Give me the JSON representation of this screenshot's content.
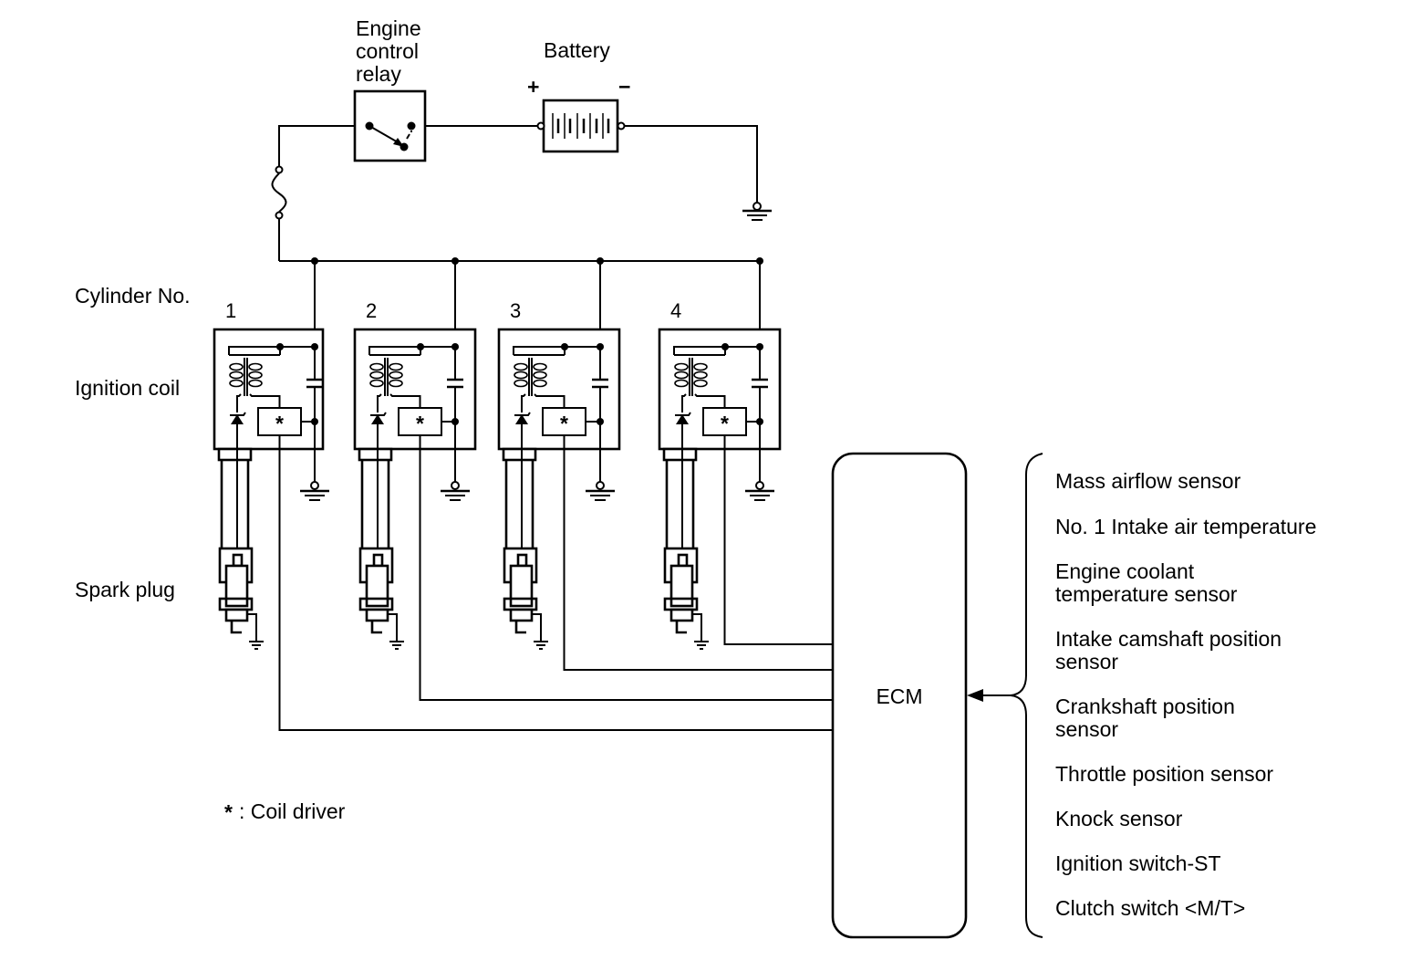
{
  "title": "Ignition system circuit diagram",
  "relay": {
    "label_lines": [
      "Engine",
      "control",
      "relay"
    ]
  },
  "battery": {
    "label": "Battery",
    "plus": "+",
    "minus": "−"
  },
  "row_labels": {
    "cylinder_no": "Cylinder No.",
    "ignition_coil": "Ignition coil",
    "spark_plug": "Spark plug"
  },
  "cylinders": [
    {
      "number": "1",
      "driver_symbol": "*"
    },
    {
      "number": "2",
      "driver_symbol": "*"
    },
    {
      "number": "3",
      "driver_symbol": "*"
    },
    {
      "number": "4",
      "driver_symbol": "*"
    }
  ],
  "legend": {
    "symbol": "*",
    "text": ": Coil driver"
  },
  "ecm": {
    "label": "ECM"
  },
  "sensors": [
    {
      "lines": [
        "Mass airflow sensor"
      ]
    },
    {
      "lines": [
        "No. 1 Intake air temperature"
      ]
    },
    {
      "lines": [
        "Engine coolant",
        "temperature sensor"
      ]
    },
    {
      "lines": [
        "Intake camshaft position",
        "sensor"
      ]
    },
    {
      "lines": [
        "Crankshaft position",
        "sensor"
      ]
    },
    {
      "lines": [
        "Throttle position sensor"
      ]
    },
    {
      "lines": [
        "Knock sensor"
      ]
    },
    {
      "lines": [
        "Ignition switch-ST"
      ]
    },
    {
      "lines": [
        "Clutch switch <M/T>"
      ]
    }
  ]
}
